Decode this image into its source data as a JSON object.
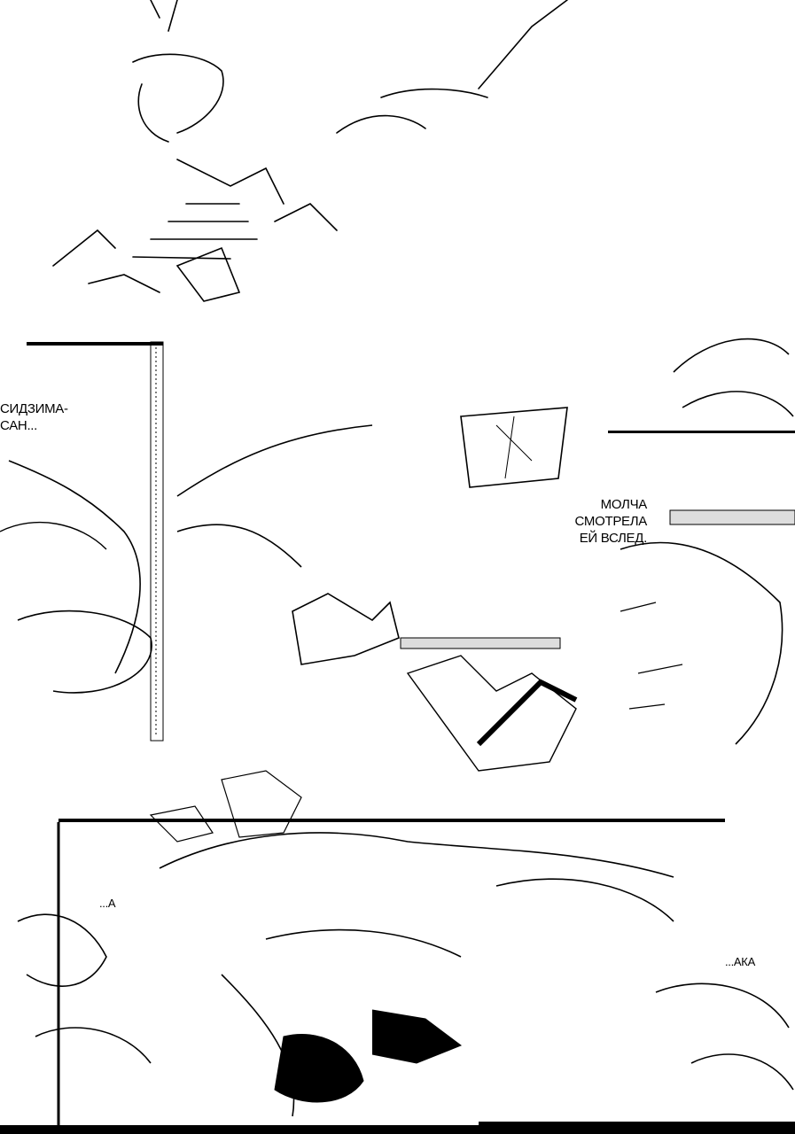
{
  "page": {
    "background": "#ffffff",
    "ink": "#000000"
  },
  "captions": {
    "c1": "СИДЗИМА-\nСАН...",
    "c2": "МОЛЧА\nСМОТРЕЛА\nЕЙ ВСЛЕД.",
    "c3": "...А",
    "c4": "...АКА"
  }
}
